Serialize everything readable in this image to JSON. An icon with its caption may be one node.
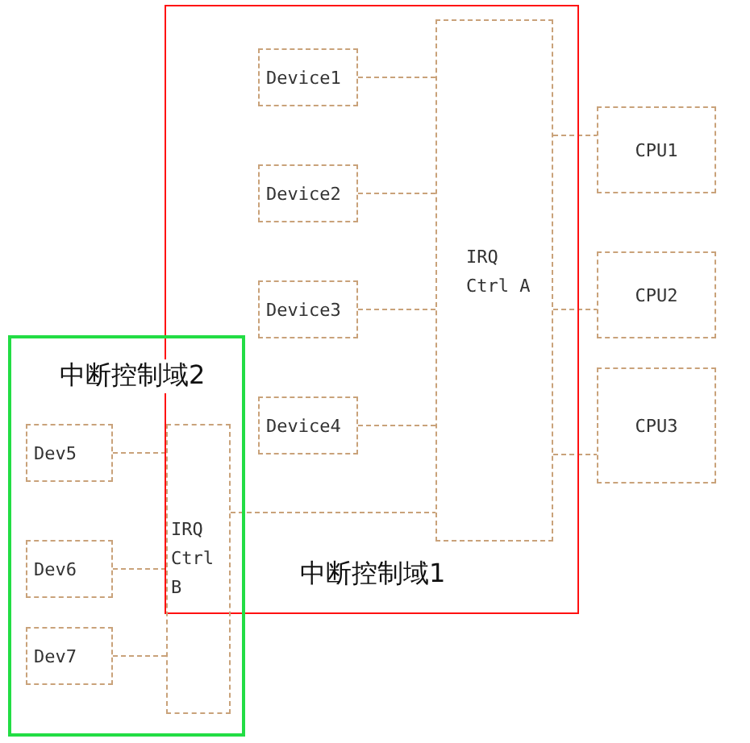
{
  "diagram": {
    "nodes": [
      {
        "text": [
          "中断控制域1"
        ]
      },
      {
        "text": [
          "中断控制域2"
        ]
      },
      {
        "text": [
          "Device1"
        ],
        "in": 0
      },
      {
        "text": [
          "Device2"
        ],
        "in": 0
      },
      {
        "text": [
          "Device3"
        ],
        "in": 0
      },
      {
        "text": [
          "Device4"
        ],
        "in": 0
      },
      {
        "text": [
          "IRQ Ctrl A"
        ],
        "in": 0
      },
      {
        "text": [
          "CPU1"
        ]
      },
      {
        "text": [
          "CPU2"
        ]
      },
      {
        "text": [
          "CPU3"
        ]
      },
      {
        "text": [
          "Dev5"
        ],
        "in": 1
      },
      {
        "text": [
          "Dev6"
        ],
        "in": 1
      },
      {
        "text": [
          "Dev7"
        ],
        "in": 1
      },
      {
        "text": [
          "IRQ Ctrl B"
        ],
        "in": 1
      }
    ],
    "edges": [
      {
        "from": 2,
        "to": 6,
        "arrow": "none"
      },
      {
        "from": 3,
        "to": 6,
        "arrow": "none"
      },
      {
        "from": 4,
        "to": 6,
        "arrow": "none"
      },
      {
        "from": 5,
        "to": 6,
        "arrow": "none"
      },
      {
        "from": 6,
        "to": 7,
        "arrow": "none"
      },
      {
        "from": 6,
        "to": 8,
        "arrow": "none"
      },
      {
        "from": 6,
        "to": 9,
        "arrow": "none"
      },
      {
        "from": 10,
        "to": 13,
        "arrow": "none"
      },
      {
        "from": 11,
        "to": 13,
        "arrow": "none"
      },
      {
        "from": 12,
        "to": 13,
        "arrow": "none"
      },
      {
        "from": 13,
        "to": 6,
        "arrow": "none"
      }
    ]
  }
}
